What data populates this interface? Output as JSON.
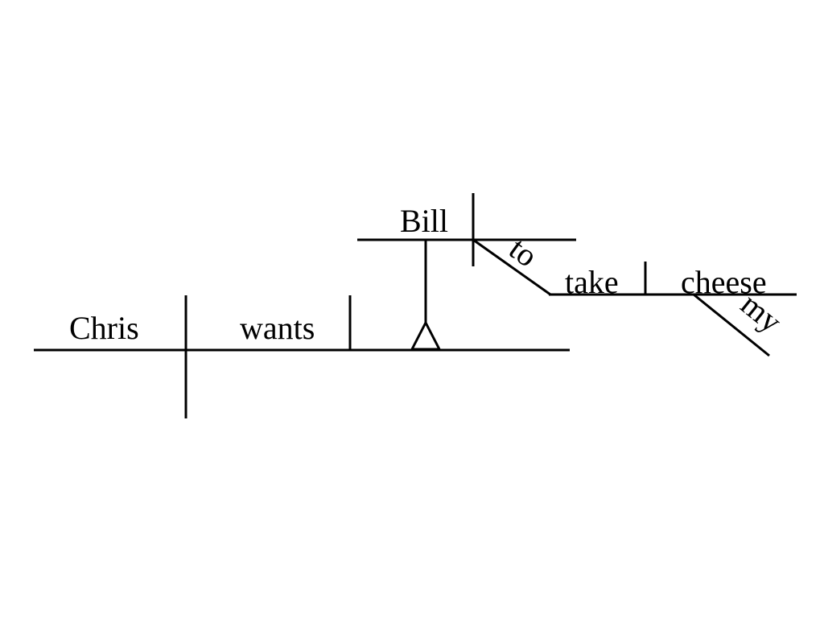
{
  "sentence": {
    "subject": "Chris",
    "verb": "wants",
    "object_clause": {
      "subject": "Bill",
      "infinitive_marker": "to",
      "verb": "take",
      "object": "cheese",
      "object_modifier": "my"
    }
  },
  "colors": {
    "ink": "#000000",
    "background": "#ffffff"
  }
}
